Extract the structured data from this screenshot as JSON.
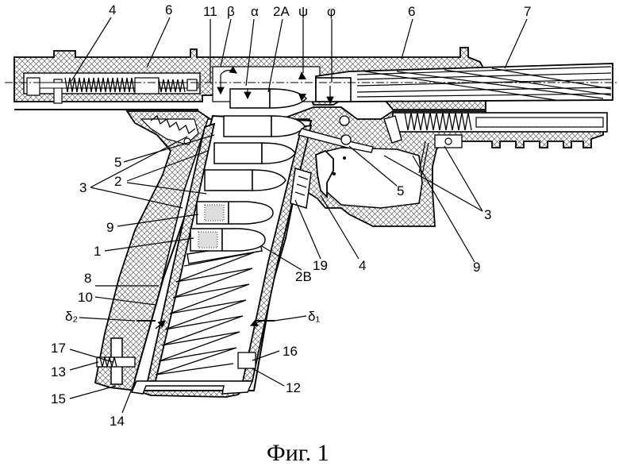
{
  "figure": {
    "caption": "Фиг. 1",
    "labels": [
      {
        "id": "4-top",
        "text": "4"
      },
      {
        "id": "6-left",
        "text": "6"
      },
      {
        "id": "11",
        "text": "11"
      },
      {
        "id": "beta",
        "text": "β"
      },
      {
        "id": "alpha",
        "text": "α"
      },
      {
        "id": "2A",
        "text": "2A"
      },
      {
        "id": "psi",
        "text": "ψ"
      },
      {
        "id": "phi",
        "text": "φ"
      },
      {
        "id": "6-right",
        "text": "6"
      },
      {
        "id": "7",
        "text": "7"
      },
      {
        "id": "5-left",
        "text": "5"
      },
      {
        "id": "2-left",
        "text": "2"
      },
      {
        "id": "3-left",
        "text": "3"
      },
      {
        "id": "9-left",
        "text": "9"
      },
      {
        "id": "1",
        "text": "1"
      },
      {
        "id": "8",
        "text": "8"
      },
      {
        "id": "10",
        "text": "10"
      },
      {
        "id": "delta2",
        "text": "δ₂"
      },
      {
        "id": "17",
        "text": "17"
      },
      {
        "id": "13",
        "text": "13"
      },
      {
        "id": "15",
        "text": "15"
      },
      {
        "id": "14",
        "text": "14"
      },
      {
        "id": "5-right",
        "text": "5"
      },
      {
        "id": "3-right",
        "text": "3"
      },
      {
        "id": "9-right",
        "text": "9"
      },
      {
        "id": "19",
        "text": "19"
      },
      {
        "id": "4-bottom",
        "text": "4"
      },
      {
        "id": "2B",
        "text": "2B"
      },
      {
        "id": "delta1",
        "text": "δ₁"
      },
      {
        "id": "16",
        "text": "16"
      },
      {
        "id": "12",
        "text": "12"
      }
    ]
  }
}
